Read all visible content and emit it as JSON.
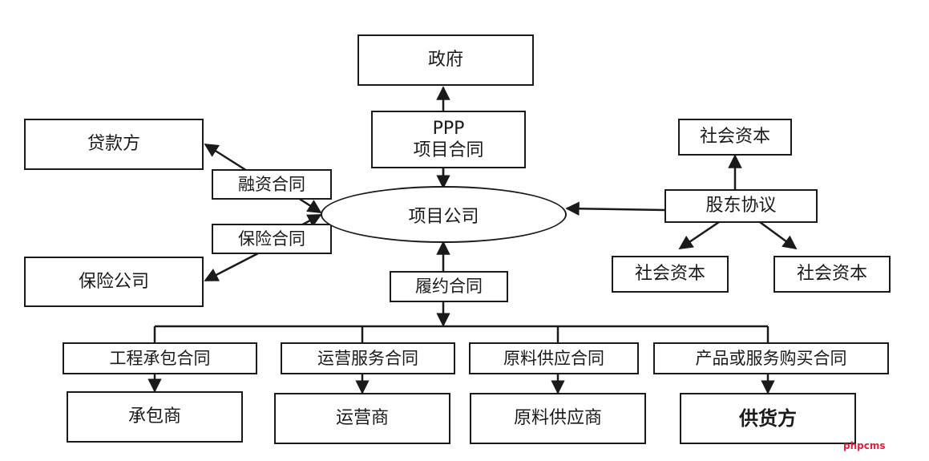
{
  "nodes": {
    "government": "政府",
    "ppp_contract_l1": "PPP",
    "ppp_contract_l2": "项目合同",
    "lender": "贷款方",
    "financing_contract": "融资合同",
    "project_company": "项目公司",
    "insurance_contract": "保险合同",
    "insurance_company": "保险公司",
    "performance_contract": "履约合同",
    "shareholder_agreement": "股东协议",
    "social_capital_top": "社会资本",
    "social_capital_left": "社会资本",
    "social_capital_right": "社会资本",
    "contract_construction": "工程承包合同",
    "contract_operation": "运营服务合同",
    "contract_material": "原料供应合同",
    "contract_purchase": "产品或服务购买合同",
    "contractor": "承包商",
    "operator": "运营商",
    "material_supplier": "原料供应商",
    "supplier": "供货方"
  },
  "watermark": "phpcms"
}
